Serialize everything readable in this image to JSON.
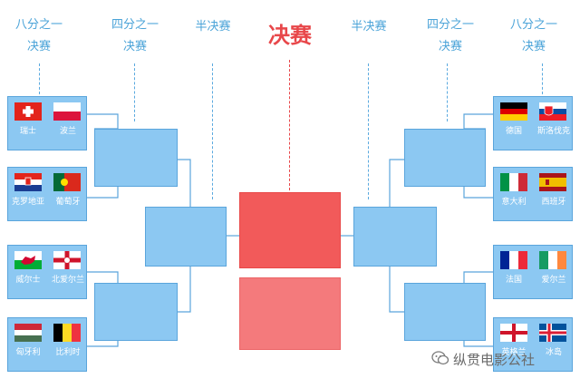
{
  "headers": {
    "r16_left": "八分之一\n决赛",
    "qf_left": "四分之一\n决赛",
    "sf_left": "半决赛",
    "final": "决赛",
    "sf_right": "半决赛",
    "qf_right": "四分之一\n决赛",
    "r16_right": "八分之一\n决赛"
  },
  "matches": {
    "left": [
      {
        "team1": {
          "name": "瑞士",
          "flag": "switzerland-flag-icon"
        },
        "team2": {
          "name": "波兰",
          "flag": "poland-flag-icon"
        }
      },
      {
        "team1": {
          "name": "克罗地亚",
          "flag": "croatia-flag-icon"
        },
        "team2": {
          "name": "葡萄牙",
          "flag": "portugal-flag-icon"
        }
      },
      {
        "team1": {
          "name": "威尔士",
          "flag": "wales-flag-icon"
        },
        "team2": {
          "name": "北爱尔兰",
          "flag": "northern-ireland-flag-icon"
        }
      },
      {
        "team1": {
          "name": "匈牙利",
          "flag": "hungary-flag-icon"
        },
        "team2": {
          "name": "比利时",
          "flag": "belgium-flag-icon"
        }
      }
    ],
    "right": [
      {
        "team1": {
          "name": "德国",
          "flag": "germany-flag-icon"
        },
        "team2": {
          "name": "斯洛伐克",
          "flag": "slovakia-flag-icon"
        }
      },
      {
        "team1": {
          "name": "意大利",
          "flag": "italy-flag-icon"
        },
        "team2": {
          "name": "西班牙",
          "flag": "spain-flag-icon"
        }
      },
      {
        "team1": {
          "name": "法国",
          "flag": "france-flag-icon"
        },
        "team2": {
          "name": "爱尔兰",
          "flag": "ireland-flag-icon"
        }
      },
      {
        "team1": {
          "name": "英格兰",
          "flag": "england-flag-icon"
        },
        "team2": {
          "name": "冰岛",
          "flag": "iceland-flag-icon"
        }
      }
    ]
  },
  "watermark": "纵贯电影公社",
  "colors": {
    "accent": "#4aa3d8",
    "final": "#e8474a",
    "box": "#8cc8f2",
    "final_box": "#f25a5a"
  }
}
